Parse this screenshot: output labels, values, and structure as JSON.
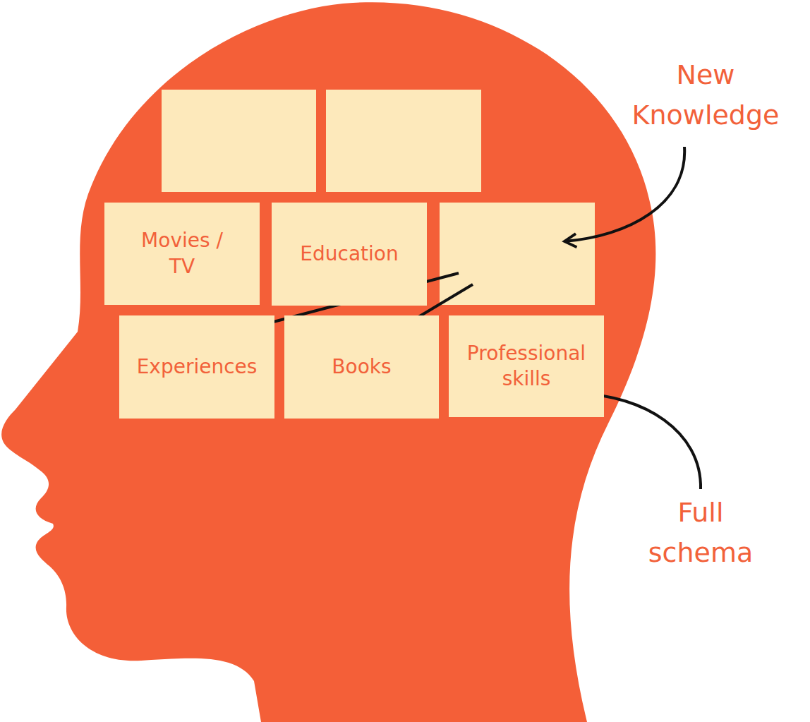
{
  "diagram": {
    "nodes": [
      {
        "text": [
          "Movies / TV"
        ]
      },
      {
        "text": [
          "Education"
        ]
      },
      {
        "text": [
          "Experiences"
        ]
      },
      {
        "text": [
          "Books"
        ]
      },
      {
        "text": [
          "Professional skills"
        ]
      }
    ],
    "labels": [
      "New Knowledge",
      "Full schema"
    ]
  }
}
